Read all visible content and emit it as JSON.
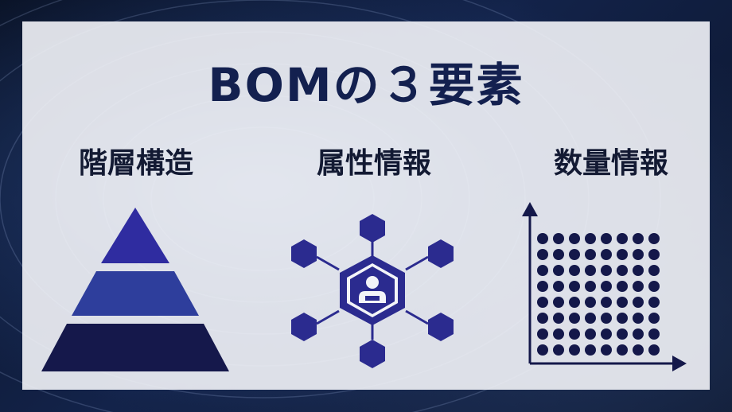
{
  "title": "BOMの３要素",
  "sections": [
    {
      "label": "階層構造",
      "icon": "pyramid-icon"
    },
    {
      "label": "属性情報",
      "icon": "hexagon-network-icon"
    },
    {
      "label": "数量情報",
      "icon": "dot-grid-chart-icon"
    }
  ],
  "colors": {
    "navy": "#14184a",
    "pyramid_top": "#2f2ca0",
    "pyramid_mid": "#2e3e9c",
    "pyramid_bottom": "#15184b",
    "hexagon": "#2b2b8f",
    "dots": "#14184a",
    "title": "#13204f"
  }
}
